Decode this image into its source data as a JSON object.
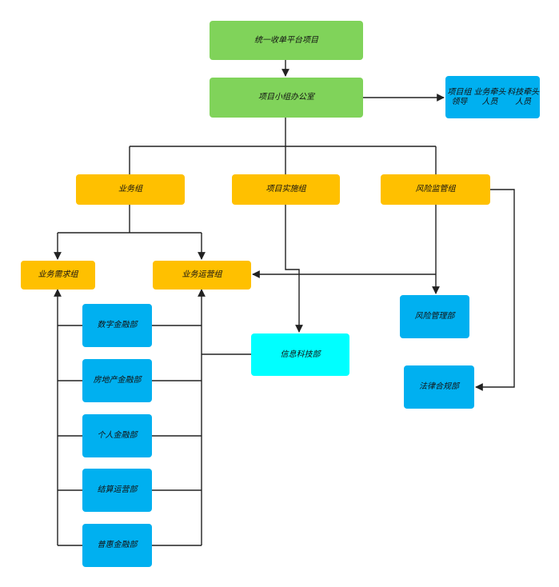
{
  "colors": {
    "green": "#80d35a",
    "orange": "#ffc000",
    "blue": "#00b0f0",
    "cyan": "#00ffff",
    "line": "#222222"
  },
  "nodes": {
    "root": "统一收单平台项目",
    "office": "项目小组办公室",
    "leaders": [
      "项目组领导",
      "业务牵头人员",
      "科技牵头人员"
    ],
    "business_group": "业务组",
    "impl_group": "项目实施组",
    "risk_group": "风险监管组",
    "req_group": "业务需求组",
    "ops_group": "业务运营组",
    "digital_finance": "数字金融部",
    "real_estate_finance": "房地产金融部",
    "personal_finance": "个人金融部",
    "settlement_ops": "结算运营部",
    "inclusive_finance": "普惠金融部",
    "it_dept": "信息科技部",
    "risk_dept": "风险管理部",
    "legal_dept": "法律合规部"
  }
}
